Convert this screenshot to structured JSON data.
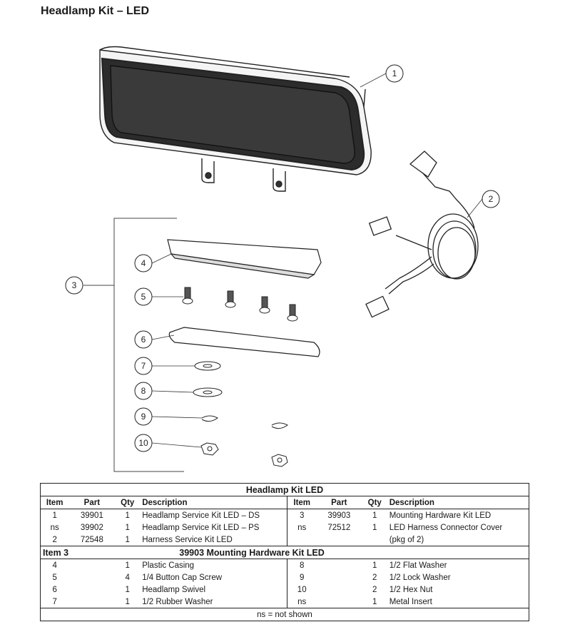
{
  "title": "Headlamp Kit – LED",
  "callouts": [
    "1",
    "2",
    "3",
    "4",
    "5",
    "6",
    "7",
    "8",
    "9",
    "10"
  ],
  "table": {
    "title": "Headlamp Kit LED",
    "headers": [
      "Item",
      "Part",
      "Qty",
      "Description"
    ],
    "kit_rows": [
      {
        "left": {
          "item": "1",
          "part": "39901",
          "qty": "1",
          "desc": "Headlamp Service Kit LED – DS"
        },
        "right": {
          "item": "3",
          "part": "39903",
          "qty": "1",
          "desc": "Mounting Hardware Kit LED"
        }
      },
      {
        "left": {
          "item": "ns",
          "part": "39902",
          "qty": "1",
          "desc": "Headlamp Service Kit LED – PS"
        },
        "right": {
          "item": "ns",
          "part": "72512",
          "qty": "1",
          "desc": "LED Harness Connector Cover"
        }
      },
      {
        "left": {
          "item": "2",
          "part": "72548",
          "qty": "1",
          "desc": "Harness Service Kit LED"
        },
        "right": {
          "item": "",
          "part": "",
          "qty": "",
          "desc": "(pkg of 2)"
        }
      }
    ],
    "section_label": "Item 3",
    "section_title": "39903  Mounting Hardware Kit LED",
    "hardware_rows": [
      {
        "left": {
          "item": "4",
          "qty": "1",
          "desc": "Plastic Casing"
        },
        "right": {
          "item": "8",
          "qty": "1",
          "desc": "1/2 Flat Washer"
        }
      },
      {
        "left": {
          "item": "5",
          "qty": "4",
          "desc": "1/4 Button Cap Screw"
        },
        "right": {
          "item": "9",
          "qty": "2",
          "desc": "1/2 Lock Washer"
        }
      },
      {
        "left": {
          "item": "6",
          "qty": "1",
          "desc": "Headlamp Swivel"
        },
        "right": {
          "item": "10",
          "qty": "2",
          "desc": "1/2 Hex Nut"
        }
      },
      {
        "left": {
          "item": "7",
          "qty": "1",
          "desc": "1/2 Rubber Washer"
        },
        "right": {
          "item": "ns",
          "qty": "1",
          "desc": "Metal Insert"
        }
      }
    ],
    "footer": "ns = not shown"
  }
}
